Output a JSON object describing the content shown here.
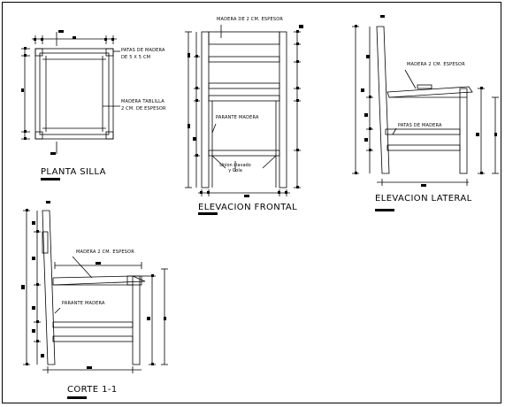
{
  "views": {
    "planta": {
      "title": "PLANTA SILLA",
      "note_patas": "PATAS DE MADERA",
      "note_patas_dim": "DE 5 X 5 CM",
      "note_tabla": "MADERA TABLILLA",
      "note_tabla_dim": "2 CM. DE ESPESOR"
    },
    "frontal": {
      "title": "ELEVACION FRONTAL",
      "note_madera": "MADERA DE 2 CM. ESPESOR",
      "note_parante": "PARANTE MADERA",
      "note_union_1": "Union clavado",
      "note_union_2": "y Cola"
    },
    "lateral": {
      "title": "ELEVACION LATERAL",
      "note_madera": "MADERA 2 CM. ESPESOR",
      "note_patas": "PATAS DE MADERA"
    },
    "corte": {
      "title": "CORTE 1-1",
      "note_madera": "MADERA 2 CM. ESPESOR",
      "note_parante": "PARANTE MADERA"
    }
  },
  "colors": {
    "line": "#000000",
    "background": "#ffffff"
  }
}
